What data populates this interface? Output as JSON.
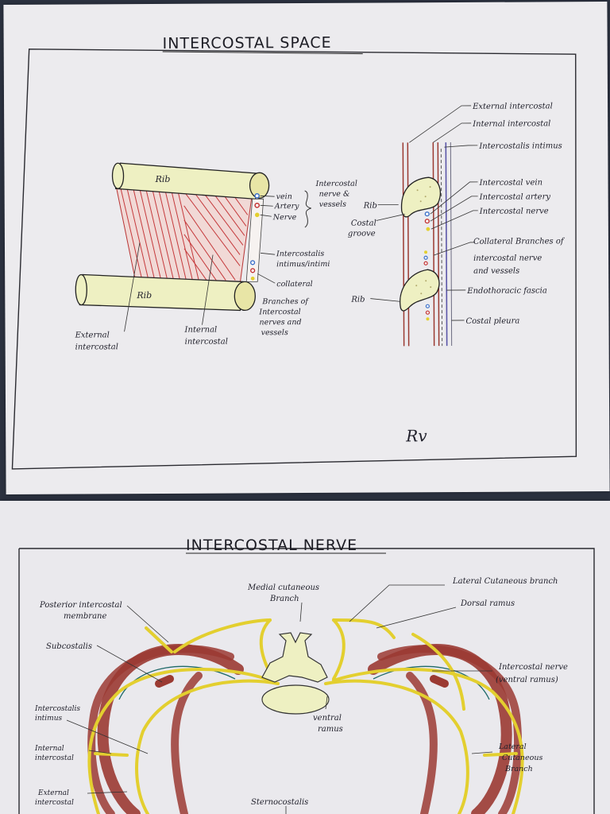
{
  "top": {
    "title": "INTERCOSTAL SPACE",
    "left_labels": {
      "rib_upper": "Rib",
      "rib_lower": "Rib",
      "vein": "vein",
      "artery": "Artery",
      "nerve": "Nerve",
      "bundle_line1": "Intercostal",
      "bundle_line2": "nerve &",
      "bundle_line3": "vessels",
      "intimus_line1": "Intercostalis",
      "intimus_line2": "intimus/intimi",
      "collateral_line1": "collateral",
      "collateral_line2": "Branches of",
      "collateral_line3": "Intercostal",
      "collateral_line4": "nerves and",
      "collateral_line5": "vessels",
      "external_line1": "External",
      "external_line2": "intercostal",
      "internal_line1": "Internal",
      "internal_line2": "intercostal"
    },
    "right_labels": {
      "external_intercostal": "External intercostal",
      "internal_intercostal": "Internal intercostal",
      "intercostalis_intimus": "Intercostalis intimus",
      "intercostal_vein": "Intercostal vein",
      "intercostal_artery": "Intercostal artery",
      "intercostal_nerve": "Intercostal nerve",
      "rib_upper": "Rib",
      "costal_line1": "Costal",
      "costal_line2": "groove",
      "collateral_line1": "Collateral Branches of",
      "collateral_line2": "intercostal nerve",
      "collateral_line3": "and vessels",
      "endothoracic_fascia": "Endothoracic fascia",
      "rib_lower": "Rib",
      "costal_pleura": "Costal pleura"
    },
    "signature": "Rv"
  },
  "bottom": {
    "title": "INTERCOSTAL NERVE",
    "labels": {
      "medial_line1": "Medial cutaneous",
      "medial_line2": "Branch",
      "lateral_cutaneous_branch": "Lateral Cutaneous branch",
      "dorsal_ramus": "Dorsal ramus",
      "posterior_line1": "Posterior intercostal",
      "posterior_line2": "membrane",
      "subcostalis": "Subcostalis",
      "intercostal_nerve_line1": "Intercostal nerve",
      "intercostal_nerve_line2": "(ventral ramus)",
      "ventral_line1": "ventral",
      "ventral_line2": "ramus",
      "intimus_line1": "Intercostalis",
      "intimus_line2": "intimus",
      "internal_line1": "Internal",
      "internal_line2": "intercostal",
      "lateral_line1": "Lateral",
      "lateral_line2": "Cutaneous",
      "lateral_line3": "Branch",
      "external_line1": "External",
      "external_line2": "intercostal",
      "sternocostalis": "Sternocostalis"
    }
  },
  "colors": {
    "rib_fill": "#eef0c2",
    "muscle_red": "#c53a3c",
    "nerve_yellow": "#e3cf2f",
    "muscle_brown": "#9b3a32",
    "fascia_blue": "#5b56a8",
    "vessel_blue": "#3a6fc9",
    "artery_red": "#c23232"
  }
}
